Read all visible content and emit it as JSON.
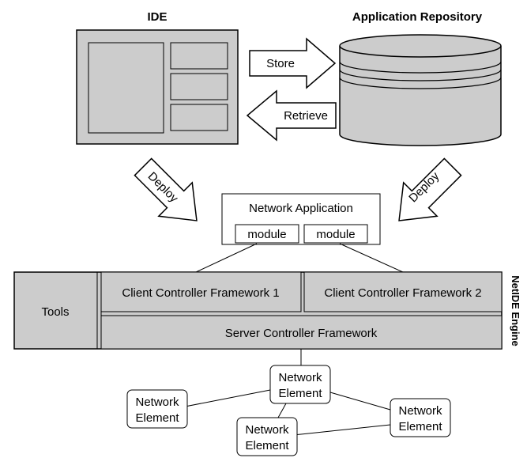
{
  "ide": {
    "title": "IDE"
  },
  "repository": {
    "title": "Application Repository"
  },
  "arrows": {
    "store": "Store",
    "retrieve": "Retrieve",
    "deploy_left": "Deploy",
    "deploy_right": "Deploy"
  },
  "network_app": {
    "title": "Network Application",
    "modules": [
      "module",
      "module"
    ]
  },
  "engine": {
    "label": "NetIDE Engine",
    "tools": "Tools",
    "client_frameworks": [
      "Client Controller Framework 1",
      "Client Controller Framework 2"
    ],
    "server_framework": "Server Controller Framework"
  },
  "network_elements": [
    {
      "line1": "Network",
      "line2": "Element"
    },
    {
      "line1": "Network",
      "line2": "Element"
    },
    {
      "line1": "Network",
      "line2": "Element"
    },
    {
      "line1": "Network",
      "line2": "Element"
    }
  ],
  "colors": {
    "fill_gray": "#cccccc",
    "stroke": "#000000"
  }
}
